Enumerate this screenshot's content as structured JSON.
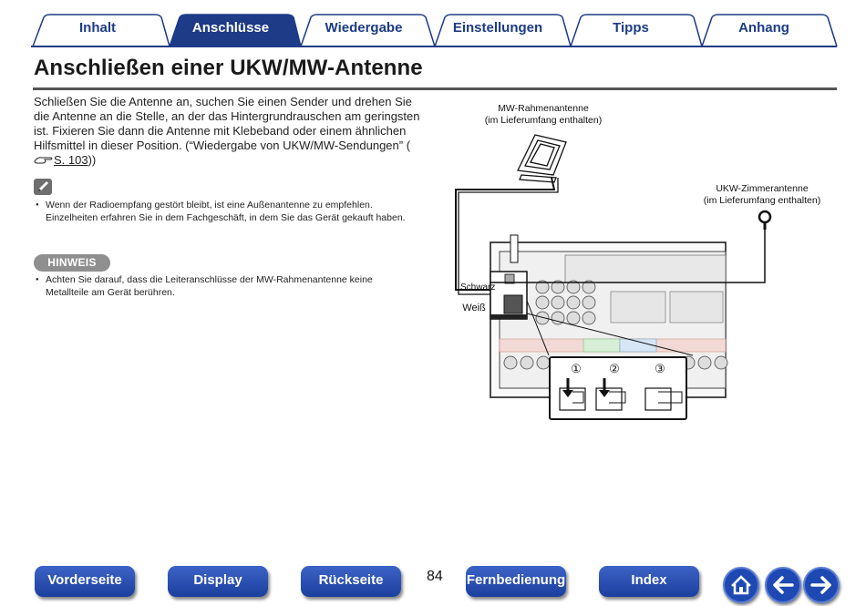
{
  "tabs": [
    {
      "label": "Inhalt",
      "active": false
    },
    {
      "label": "Anschlüsse",
      "active": true
    },
    {
      "label": "Wiedergabe",
      "active": false
    },
    {
      "label": "Einstellungen",
      "active": false
    },
    {
      "label": "Tipps",
      "active": false
    },
    {
      "label": "Anhang",
      "active": false
    }
  ],
  "page": {
    "title": "Anschließen einer UKW/MW-Antenne",
    "intro_text": "Schließen Sie die Antenne an, suchen Sie einen Sender und drehen Sie die Antenne an die Stelle, an der das Hintergrundrauschen am geringsten ist. Fixieren Sie dann die Antenne mit Klebeband oder einem ähnlichen Hilfsmittel in dieser Position. (“Wiedergabe von UKW/MW-Sendungen” (",
    "intro_ref": "S. 103",
    "intro_end": "))",
    "note_item": "Wenn der Radioempfang gestört bleibt, ist eine Außenantenne zu empfehlen. Einzelheiten erfahren Sie in dem Fachgeschäft, in dem Sie das Gerät gekauft haben.",
    "hinweis_label": "HINWEIS",
    "hinweis_item": "Achten Sie darauf, dass die Leiteranschlüsse der MW-Rahmenantenne keine Metallteile am Gerät berühren."
  },
  "figure": {
    "mw_label_1": "MW-Rahmenantenne",
    "mw_label_2": "(im Lieferumfang enthalten)",
    "fm_label_1": "UKW-Zimmerantenne",
    "fm_label_2": "(im Lieferumfang enthalten)",
    "schwarz": "Schwarz",
    "weiss": "Weiß",
    "steps": [
      "①",
      "②",
      "③"
    ]
  },
  "footer": {
    "buttons": [
      "Vorderseite",
      "Display",
      "Rückseite",
      "Fernbedienung",
      "Index"
    ],
    "page_number": "84",
    "icons": [
      "home-icon",
      "arrow-left-icon",
      "arrow-right-icon"
    ]
  },
  "colors": {
    "accent": "#1d3b86",
    "button": "#2b50b8",
    "tab_active": "#1d3b86"
  }
}
